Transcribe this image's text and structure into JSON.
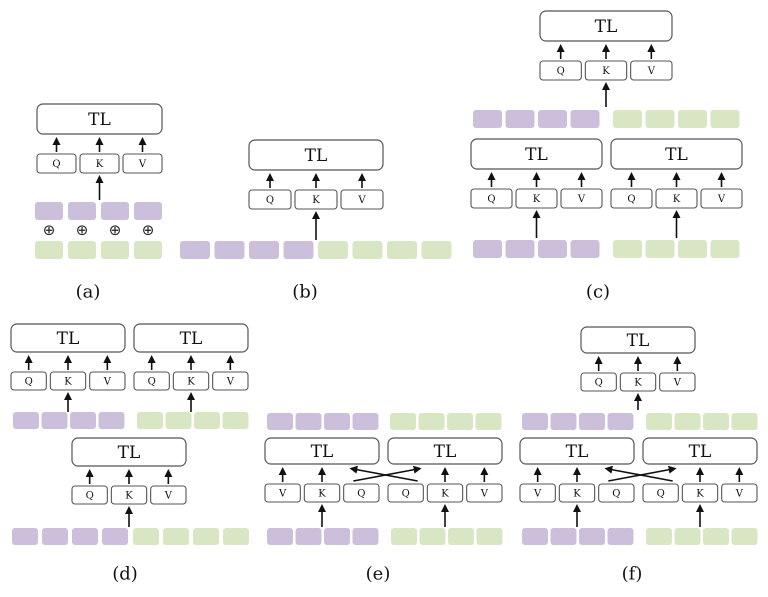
{
  "figure": {
    "colors": {
      "purple_token": "#cbbfdc",
      "green_token": "#d8e6c3",
      "box_stroke": "#555555",
      "arrow": "#111111"
    },
    "labels": {
      "transformer_layer": "TL",
      "query": "Q",
      "key": "K",
      "value": "V",
      "add_symbol": "⊕"
    },
    "panels": [
      {
        "id": "a",
        "caption": "(a)",
        "description": "Purple and green token embeddings added element-wise, fed into one TL"
      },
      {
        "id": "b",
        "caption": "(b)",
        "description": "Purple and green tokens concatenated into one sequence, fed into one TL"
      },
      {
        "id": "c",
        "caption": "(c)",
        "description": "Separate TL per modality, outputs concatenated then fed to shared TL"
      },
      {
        "id": "d",
        "caption": "(d)",
        "description": "Concatenated sequence fed to shared TL, outputs split into per-modality TLs"
      },
      {
        "id": "e",
        "caption": "(e)",
        "description": "Two TLs with Q swapped across modalities (cross-attention)"
      },
      {
        "id": "f",
        "caption": "(f)",
        "description": "Cross-attention TLs followed by shared TL on concatenated outputs"
      }
    ]
  }
}
